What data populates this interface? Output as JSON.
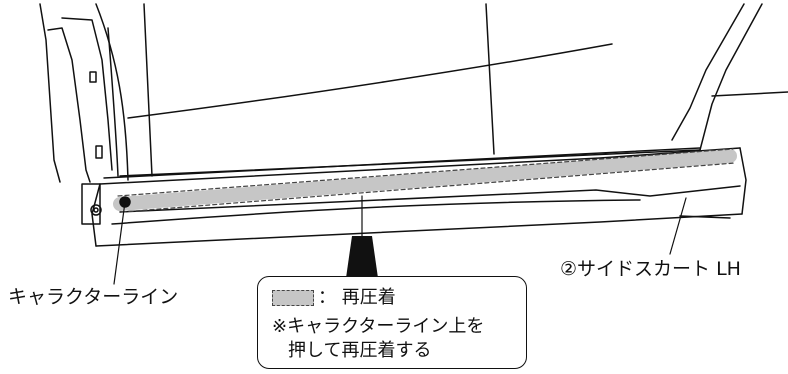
{
  "labels": {
    "character_line": "キャラクターライン",
    "side_skirt": "②サイドスカート LH"
  },
  "callout": {
    "legend_text": "： 再圧着",
    "note_line1": "※キャラクターライン上を",
    "note_line2": "押して再圧着する"
  },
  "colors": {
    "line": "#111111",
    "highlight": "#c6c6c6",
    "highlight_border": "#444444"
  }
}
